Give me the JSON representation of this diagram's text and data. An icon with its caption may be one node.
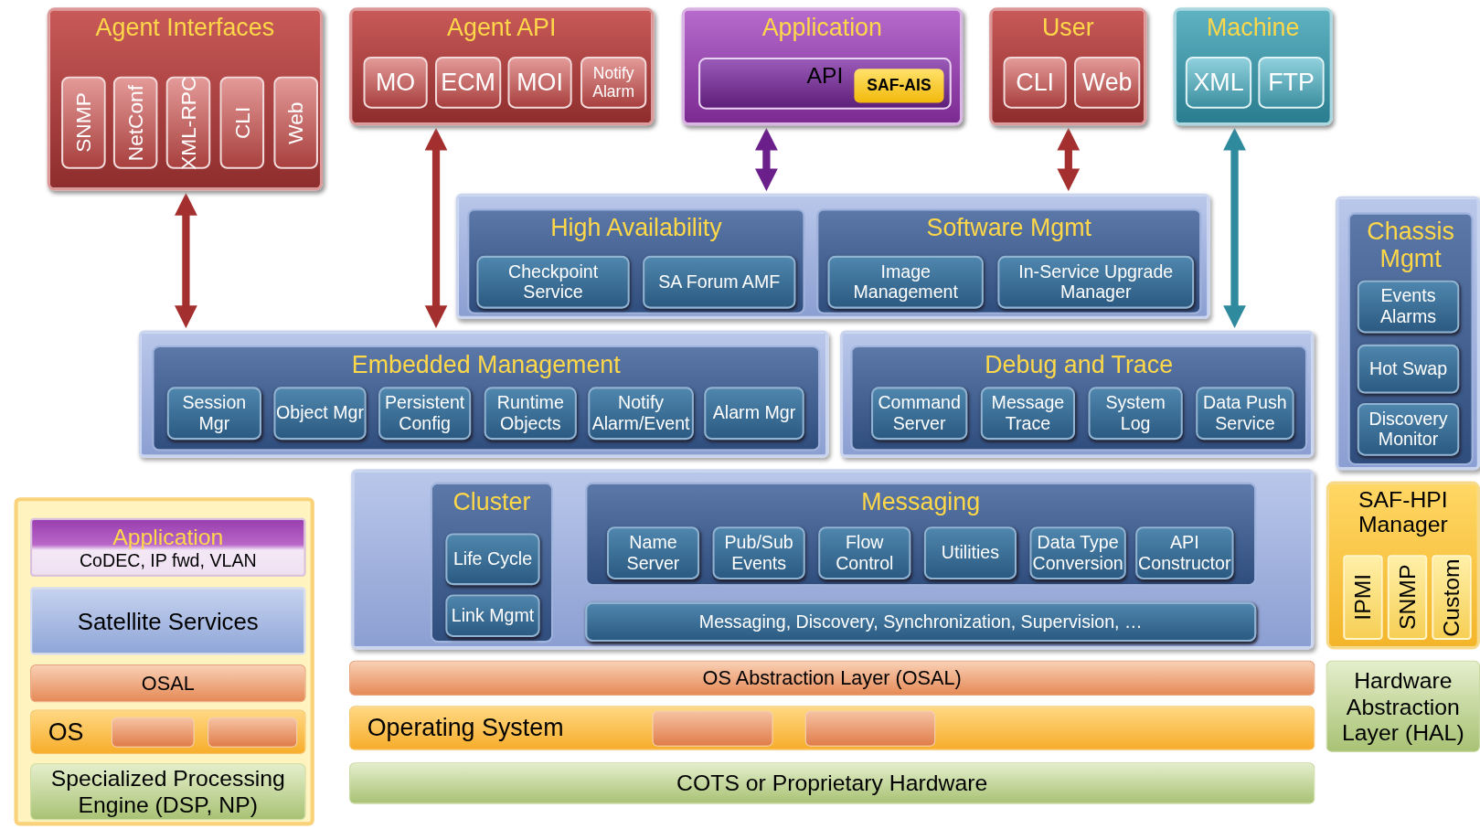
{
  "diagram": {
    "nodes": [
      {
        "text": [
          "Agent Interfaces"
        ]
      },
      {
        "text": [
          "SNMP"
        ],
        "in": 0
      },
      {
        "text": [
          "NetConf"
        ],
        "in": 0
      },
      {
        "text": [
          "XML-RPC"
        ],
        "in": 0
      },
      {
        "text": [
          "CLI"
        ],
        "in": 0
      },
      {
        "text": [
          "Web"
        ],
        "in": 0
      },
      {
        "text": [
          "Agent API"
        ]
      },
      {
        "text": [
          "MO"
        ],
        "in": 6
      },
      {
        "text": [
          "ECM"
        ],
        "in": 6
      },
      {
        "text": [
          "MOI"
        ],
        "in": 6
      },
      {
        "text": [
          "Notify Alarm"
        ],
        "in": 6
      },
      {
        "text": [
          "Application"
        ]
      },
      {
        "text": [
          "API"
        ],
        "in": 11
      },
      {
        "text": [
          "SAF-AIS"
        ],
        "in": 12
      },
      {
        "text": [
          "User"
        ]
      },
      {
        "text": [
          "CLI"
        ],
        "in": 14
      },
      {
        "text": [
          "Web"
        ],
        "in": 14
      },
      {
        "text": [
          "Machine"
        ]
      },
      {
        "text": [
          "XML"
        ],
        "in": 17
      },
      {
        "text": [
          "FTP"
        ],
        "in": 17
      },
      {
        "text": [],
        "shape": "box"
      },
      {
        "text": [
          "High Availability"
        ],
        "in": 20
      },
      {
        "text": [
          "Checkpoint Service"
        ],
        "in": 21
      },
      {
        "text": [
          "SA Forum AMF"
        ],
        "in": 21
      },
      {
        "text": [
          "Software Mgmt"
        ],
        "in": 20
      },
      {
        "text": [
          "Image Management"
        ],
        "in": 24
      },
      {
        "text": [
          "In-Service Upgrade Manager"
        ],
        "in": 24
      },
      {
        "text": [],
        "shape": "box"
      },
      {
        "text": [
          "Chassis Mgmt"
        ],
        "in": 27
      },
      {
        "text": [
          "Events Alarms"
        ],
        "in": 28
      },
      {
        "text": [
          "Hot Swap"
        ],
        "in": 28
      },
      {
        "text": [
          "Discovery Monitor"
        ],
        "in": 28
      },
      {
        "text": [],
        "shape": "box"
      },
      {
        "text": [
          "Embedded Management"
        ],
        "in": 32
      },
      {
        "text": [
          "Session Mgr"
        ],
        "in": 33
      },
      {
        "text": [
          "Object Mgr"
        ],
        "in": 33
      },
      {
        "text": [
          "Persistent Config"
        ],
        "in": 33
      },
      {
        "text": [
          "Runtime Objects"
        ],
        "in": 33
      },
      {
        "text": [
          "Notify Alarm/Event"
        ],
        "in": 33
      },
      {
        "text": [
          "Alarm Mgr"
        ],
        "in": 33
      },
      {
        "text": [],
        "shape": "box"
      },
      {
        "text": [
          "Debug and Trace"
        ],
        "in": 40
      },
      {
        "text": [
          "Command Server"
        ],
        "in": 41
      },
      {
        "text": [
          "Message Trace"
        ],
        "in": 41
      },
      {
        "text": [
          "System Log"
        ],
        "in": 41
      },
      {
        "text": [
          "Data Push Service"
        ],
        "in": 41
      },
      {
        "text": [],
        "shape": "box"
      },
      {
        "text": [
          "Cluster"
        ],
        "in": 46
      },
      {
        "text": [
          "Life Cycle"
        ],
        "in": 47
      },
      {
        "text": [
          "Link Mgmt"
        ],
        "in": 47
      },
      {
        "text": [
          "Messaging"
        ],
        "in": 46
      },
      {
        "text": [
          "Name Server"
        ],
        "in": 50
      },
      {
        "text": [
          "Pub/Sub Events"
        ],
        "in": 50
      },
      {
        "text": [
          "Flow Control"
        ],
        "in": 50
      },
      {
        "text": [
          "Utilities"
        ],
        "in": 50
      },
      {
        "text": [
          "Data Type Conversion"
        ],
        "in": 50
      },
      {
        "text": [
          "API Constructor"
        ],
        "in": 50
      },
      {
        "text": [
          "Messaging, Discovery, Synchronization, Supervision, …"
        ],
        "in": 46
      },
      {
        "text": [
          "SAF-HPI Manager"
        ]
      },
      {
        "text": [
          "IPMI"
        ],
        "in": 58
      },
      {
        "text": [
          "SNMP"
        ],
        "in": 58
      },
      {
        "text": [
          "Custom"
        ],
        "in": 58
      },
      {
        "text": [
          "OS Abstraction Layer (OSAL)"
        ]
      },
      {
        "text": [
          "Operating System"
        ]
      },
      {
        "text": [],
        "shape": "box",
        "in": 63
      },
      {
        "text": [],
        "shape": "box",
        "in": 63
      },
      {
        "text": [
          "Hardware Abstraction Layer (HAL)"
        ]
      },
      {
        "text": [
          "COTS or Proprietary Hardware"
        ]
      },
      {
        "text": [],
        "shape": "box"
      },
      {
        "text": [
          "Application",
          "CoDEC, IP fwd, VLAN"
        ],
        "in": 68
      },
      {
        "text": [
          "Satellite Services"
        ],
        "in": 68
      },
      {
        "text": [
          "OSAL"
        ],
        "in": 68
      },
      {
        "text": [
          "OS"
        ],
        "in": 68
      },
      {
        "text": [],
        "shape": "box",
        "in": 72
      },
      {
        "text": [],
        "shape": "box",
        "in": 72
      },
      {
        "text": [
          "Specialized Processing Engine (DSP, NP)"
        ],
        "in": 68
      }
    ],
    "edges": [
      {
        "from": 0,
        "to": 32,
        "arrow": "both"
      },
      {
        "from": 6,
        "to": 32,
        "arrow": "both"
      },
      {
        "from": 11,
        "to": 20,
        "arrow": "both",
        "color": "#6a1f8a"
      },
      {
        "from": 14,
        "to": 20,
        "arrow": "both"
      },
      {
        "from": 17,
        "to": 40,
        "arrow": "both",
        "color": "#2f8a9e"
      }
    ]
  }
}
